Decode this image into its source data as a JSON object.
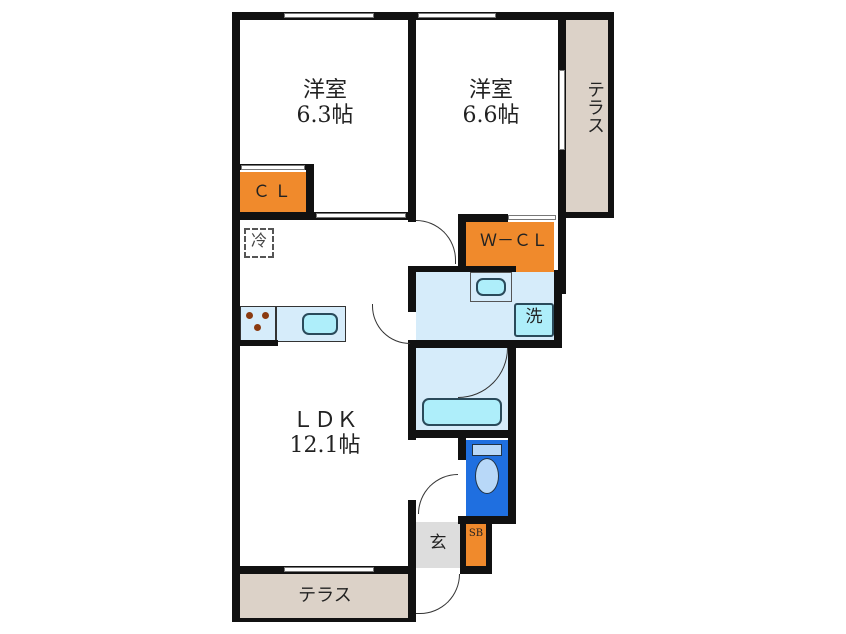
{
  "rooms": {
    "bedroom1": {
      "name": "洋室",
      "size": "6.3帖"
    },
    "bedroom2": {
      "name": "洋室",
      "size": "6.6帖"
    },
    "ldk": {
      "name": "ＬＤＫ",
      "size": "12.1帖"
    },
    "closet": {
      "label": "ＣＬ"
    },
    "walk_in_closet": {
      "label": "Ｗ－ＣＬ"
    },
    "terrace_right": {
      "label": "テラス"
    },
    "terrace_bottom": {
      "label": "テラス"
    },
    "washer": {
      "label": "洗"
    },
    "fridge": {
      "label": "冷"
    },
    "entrance": {
      "label": "玄"
    },
    "shoe_box": {
      "label": "SB"
    }
  },
  "colors": {
    "wall": "#111111",
    "closet": "#f08a2c",
    "terrace": "#dcd2c8",
    "water_area": "#d6ecfa",
    "fixture": "#aeeefa",
    "toilet_room": "#1f6fe0",
    "entrance": "#dddddd"
  }
}
